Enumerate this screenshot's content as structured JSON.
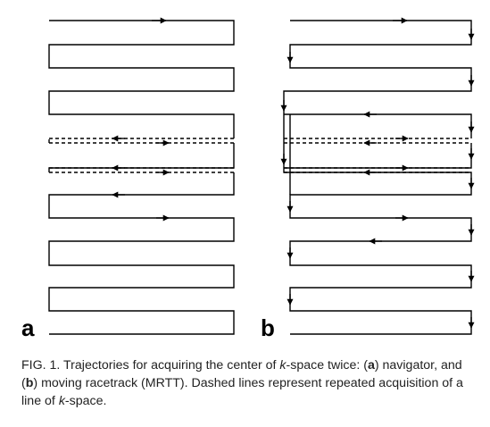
{
  "panels": {
    "a": {
      "label": "a"
    },
    "b": {
      "label": "b"
    }
  },
  "caption": {
    "fig": "FIG. 1.",
    "t1": " Trajectories for acquiring the center of ",
    "k1": "k",
    "t2": "-space twice: (",
    "a": "a",
    "t3": ") navigator, and (",
    "b": "b",
    "t4": ") moving racetrack (MRTT). Dashed lines represent repeated acquisition of a line of ",
    "k2": "k",
    "t5": "-space."
  },
  "colors": {
    "line": "#000000",
    "caption": "#222222"
  }
}
